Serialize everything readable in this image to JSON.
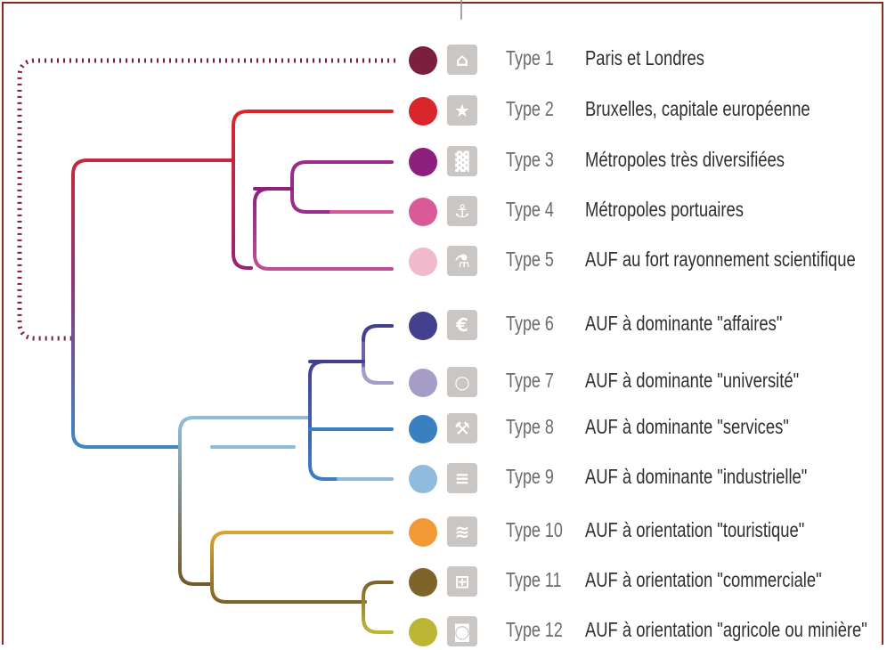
{
  "colors": {
    "frame": "#8a2a1e",
    "type1": "#7a1f3d",
    "type2": "#d9262b",
    "type3": "#8e1f7c",
    "type4": "#d95a96",
    "type5": "#f2b8cc",
    "type6": "#43418d",
    "type7": "#a59cc7",
    "type8": "#3a7fc0",
    "type9": "#8fbcdc",
    "type10": "#f29a37",
    "type11": "#7e6428",
    "type12": "#bdb634"
  },
  "types": [
    {
      "id": "Type 1",
      "label": "Paris et Londres",
      "color": "#7a1f3d",
      "icon": "monument-icon"
    },
    {
      "id": "Type 2",
      "label": "Bruxelles, capitale européenne",
      "color": "#d9262b",
      "icon": "stars-icon"
    },
    {
      "id": "Type 3",
      "label": "Métropoles très diversifiées",
      "color": "#8e1f7c",
      "icon": "buildings-icon"
    },
    {
      "id": "Type 4",
      "label": "Métropoles portuaires",
      "color": "#d95a96",
      "icon": "anchor-icon"
    },
    {
      "id": "Type 5",
      "label": "AUF au fort rayonnement scientifique",
      "color": "#f2b8cc",
      "icon": "flask-icon"
    },
    {
      "id": "Type 6",
      "label": "AUF à dominante \"affaires\"",
      "color": "#43418d",
      "icon": "euro-icon"
    },
    {
      "id": "Type 7",
      "label": "AUF à dominante \"université\"",
      "color": "#a59cc7",
      "icon": "university-icon"
    },
    {
      "id": "Type 8",
      "label": "AUF à dominante \"services\"",
      "color": "#3a7fc0",
      "icon": "tools-icon"
    },
    {
      "id": "Type 9",
      "label": "AUF à dominante \"industrielle\"",
      "color": "#8fbcdc",
      "icon": "factory-icon"
    },
    {
      "id": "Type 10",
      "label": "AUF à orientation \"touristique\"",
      "color": "#f29a37",
      "icon": "swimmer-icon"
    },
    {
      "id": "Type 11",
      "label": "AUF à orientation \"commerciale\"",
      "color": "#7e6428",
      "icon": "cart-icon"
    },
    {
      "id": "Type 12",
      "label": "AUF à orientation \"agricole ou minière\"",
      "color": "#bdb634",
      "icon": "sheep-icon"
    }
  ]
}
